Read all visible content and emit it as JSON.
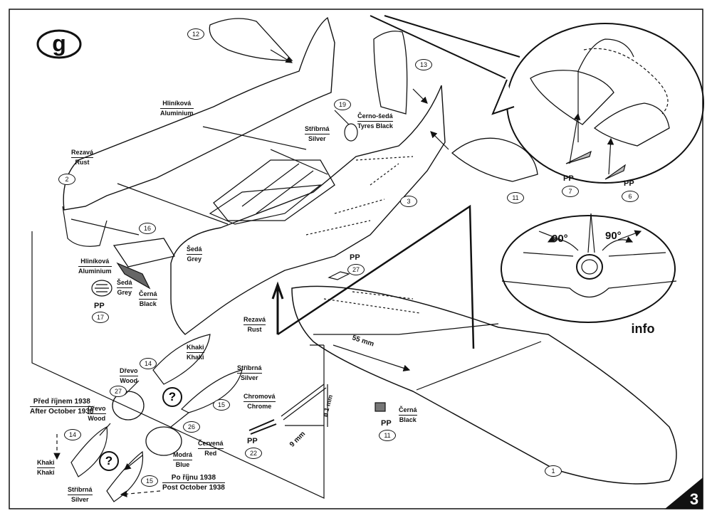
{
  "step_label": "g",
  "page_number": "3",
  "info_label": "info",
  "angles": {
    "left": "90°",
    "right": "90°"
  },
  "dimensions": {
    "span": "55 mm",
    "length": "9 mm",
    "diameter": "ø 1 mm"
  },
  "parts": {
    "p1": "1",
    "p2": "2",
    "p3": "3",
    "p6": "6",
    "p7": "7",
    "p11": "11",
    "p12": "12",
    "p13": "13",
    "p14a": "14",
    "p14b": "14",
    "p15a": "15",
    "p15b": "15",
    "p16": "16",
    "p17": "17",
    "p19": "19",
    "p22": "22",
    "p26": "26",
    "p27a": "27",
    "p27b": "27"
  },
  "pp": "PP",
  "paint": {
    "rezava": "Rezavá",
    "rust": "Rust",
    "hlinikova": "Hliníková",
    "aluminium": "Aluminium",
    "seda": "Šedá",
    "grey": "Grey",
    "cerna": "Černá",
    "black": "Black",
    "cerno_seda": "Černo-šedá",
    "tyres_black": "Tyres Black",
    "stribrna": "Stříbrná",
    "silver": "Silver",
    "khaki": "Khaki",
    "drevo": "Dřevo",
    "wood": "Wood",
    "cervena": "Červená",
    "red": "Red",
    "modra": "Modrá",
    "blue": "Blue",
    "chromova": "Chromová",
    "chrome": "Chrome"
  },
  "dates": {
    "pred_cz": "Před říjnem 1938",
    "pred_en": "After October 1938",
    "po_cz": "Po říjnu 1938",
    "po_en": "Post October 1938"
  }
}
